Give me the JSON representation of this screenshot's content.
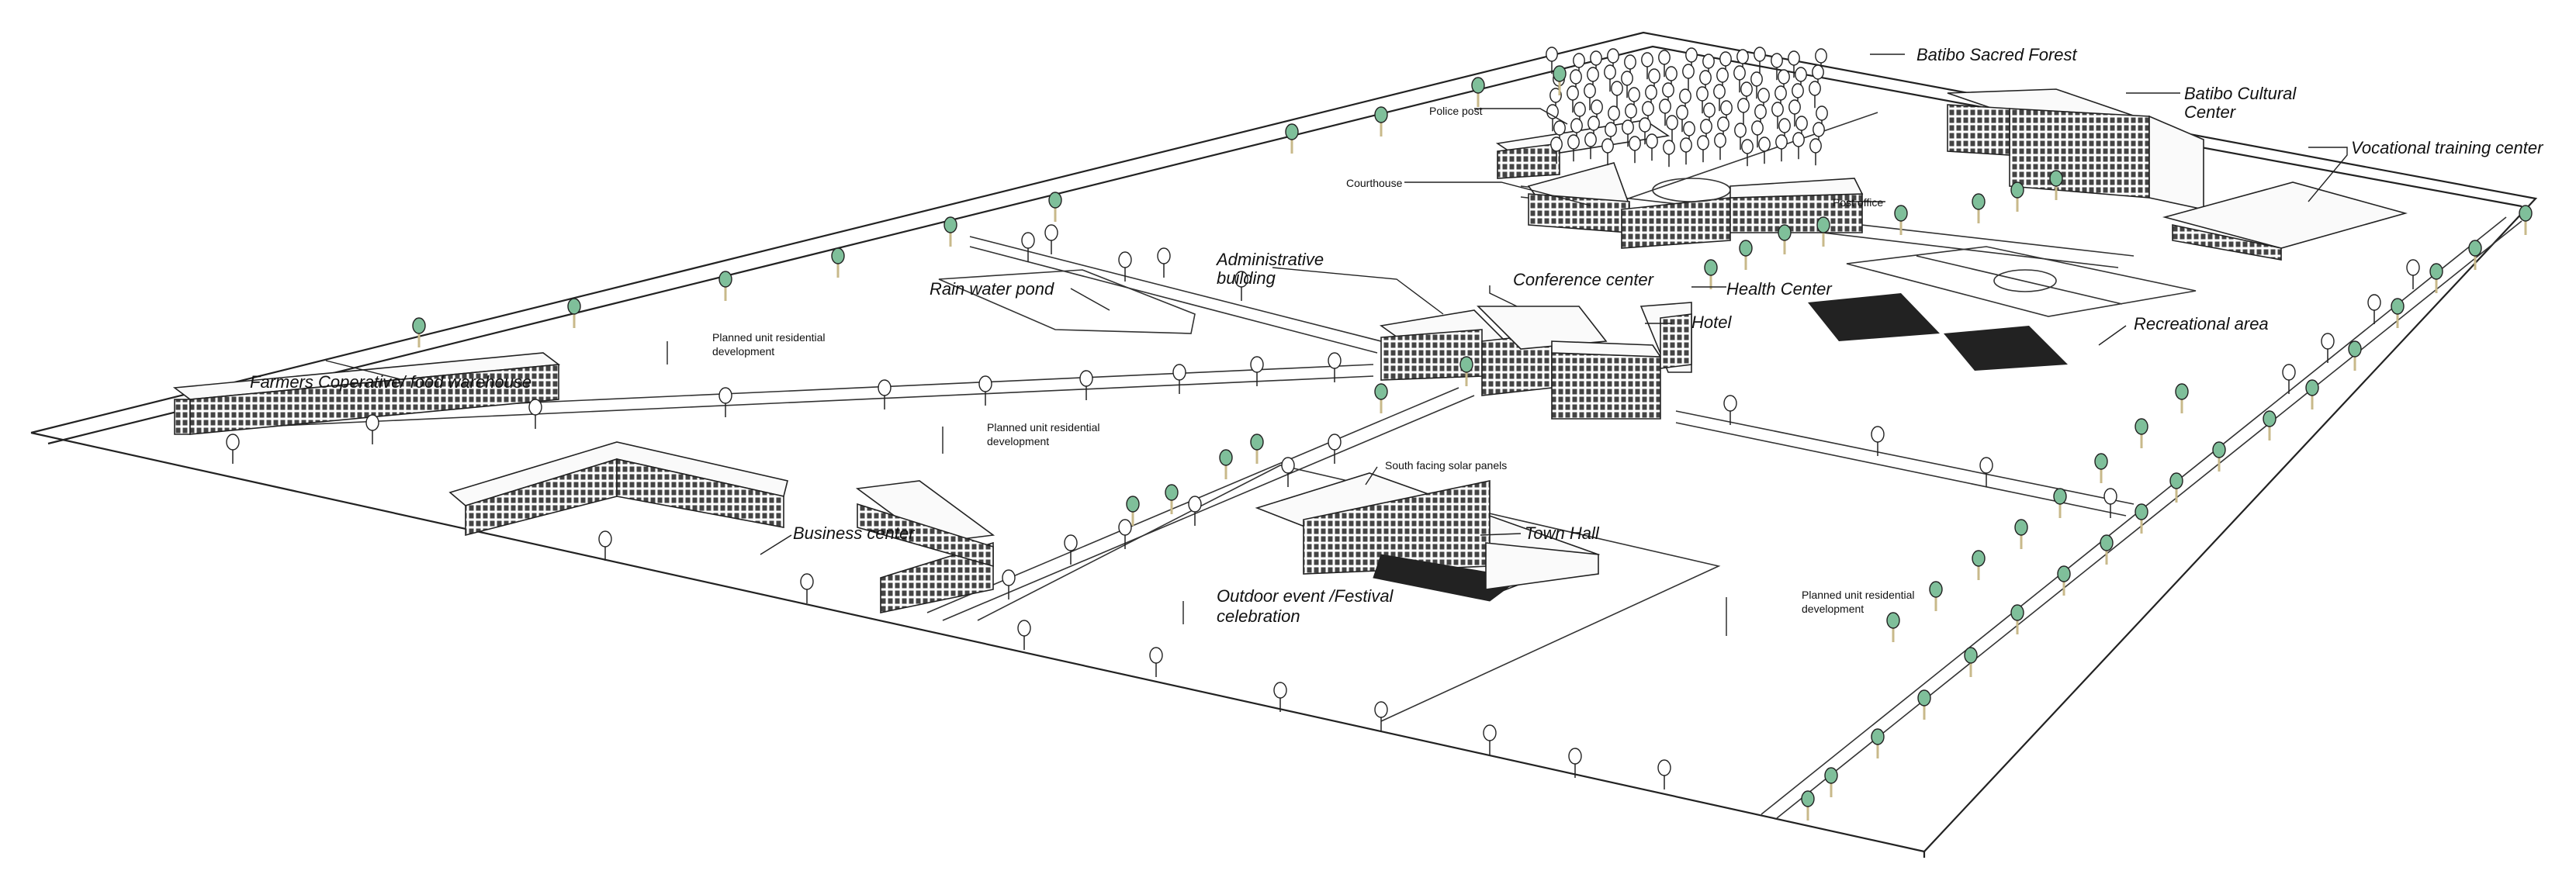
{
  "labels": {
    "sacred_forest": "Batibo Sacred Forest",
    "cultural_center_line1": "Batibo Cultural",
    "cultural_center_line2": "Center",
    "vocational": "Vocational training center",
    "police_post": "Police post",
    "courthouse": "Courthouse",
    "post_office": "Post office",
    "admin_line1": "Administrative",
    "admin_line2": "building",
    "conference": "Conference center",
    "health_center": "Health Center",
    "hotel": "Hotel",
    "recreational": "Recreational area",
    "rain_pond": "Rain water pond",
    "planned_1_line1": "Planned unit residential",
    "planned_1_line2": "development",
    "planned_2_line1": "Planned unit residential",
    "planned_2_line2": "development",
    "planned_3_line1": "Planned unit residential",
    "planned_3_line2": "development",
    "farmers": "Farmers Coperative/ food warehouse",
    "business": "Business center",
    "solar": "South facing solar panels",
    "town_hall": "Town Hall",
    "outdoor_line1": "Outdoor event /Festival",
    "outdoor_line2": "celebration"
  },
  "colors": {
    "line": "#222222",
    "tree_green": "#7fbf9a",
    "trunk": "#c8b98a",
    "background": "#ffffff"
  }
}
